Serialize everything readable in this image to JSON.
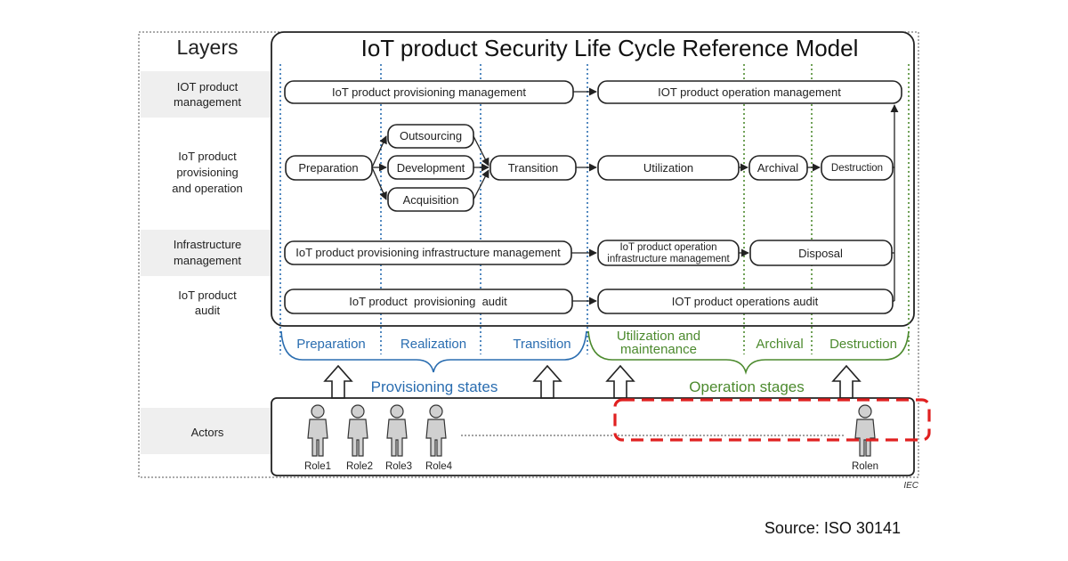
{
  "title": "IoT product Security Life Cycle Reference Model",
  "layers_header": "Layers",
  "layers": {
    "management": [
      "IOT product",
      "management"
    ],
    "provisioning": [
      "IoT product",
      "provisioning",
      "and operation"
    ],
    "infrastructure": [
      "Infrastructure",
      "management"
    ],
    "audit": [
      "IoT product",
      "audit"
    ],
    "actors": "Actors"
  },
  "boxes": {
    "prov_mgmt": "IoT product provisioning management",
    "op_mgmt": "IOT product operation management",
    "preparation": "Preparation",
    "outsourcing": "Outsourcing",
    "development": "Development",
    "acquisition": "Acquisition",
    "transition": "Transition",
    "utilization": "Utilization",
    "archival": "Archival",
    "destruction": "Destruction",
    "prov_infra": "IoT product provisioning infrastructure management",
    "op_infra": [
      "IoT product operation",
      "infrastructure management"
    ],
    "disposal": "Disposal",
    "prov_audit": "IoT product  provisioning  audit",
    "op_audit": "IOT product operations audit"
  },
  "stages": {
    "preparation": "Preparation",
    "realization": "Realization",
    "transition": "Transition",
    "utilization": [
      "Utilization and",
      "maintenance"
    ],
    "archival": "Archival",
    "destruction": "Destruction"
  },
  "groups": {
    "provisioning": "Provisioning states",
    "operation": "Operation stages"
  },
  "roles": [
    "Role1",
    "Role2",
    "Role3",
    "Role4",
    "Rolen"
  ],
  "colors": {
    "blue": "#2a6db0",
    "green": "#4c8a2e",
    "red": "#e02020",
    "layer_bg": "#efefef"
  },
  "iec": "IEC",
  "source": "Source: ISO 30141"
}
